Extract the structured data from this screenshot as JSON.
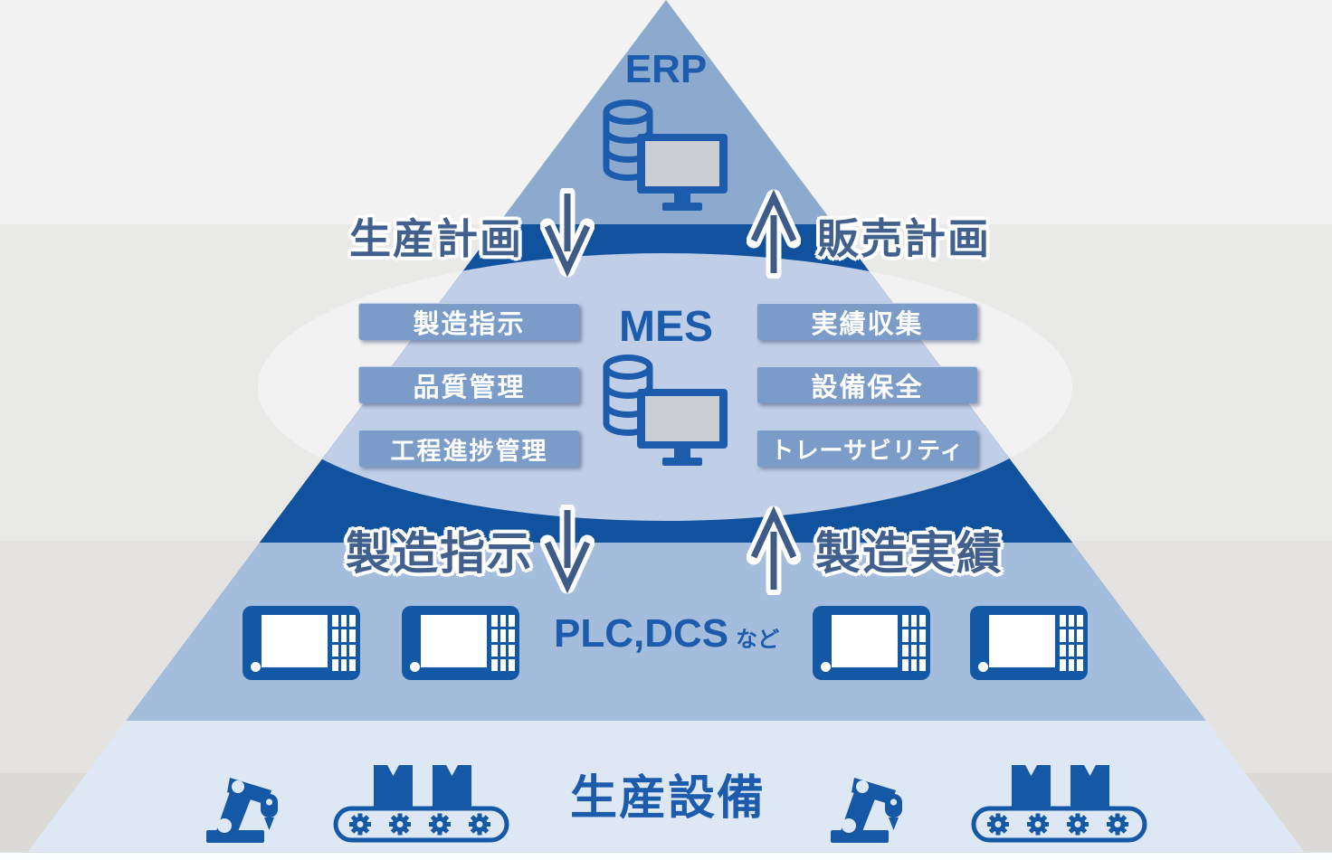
{
  "diagram_title": "Manufacturing system hierarchy pyramid (ERP / MES / PLC / equipment)",
  "pyramid": {
    "erp": {
      "label": "ERP"
    },
    "mes": {
      "label": "MES",
      "left_boxes": [
        "製造指示",
        "品質管理",
        "工程進捗管理"
      ],
      "right_boxes": [
        "実績収集",
        "設備保全",
        "トレーサビリティ"
      ]
    },
    "plc": {
      "label": "PLC,DCS",
      "suffix": "など"
    },
    "equipment": {
      "label": "生産設備"
    }
  },
  "flows": {
    "erp_to_mes": "生産計画",
    "mes_to_erp": "販売計画",
    "mes_to_plc": "製造指示",
    "plc_to_mes": "製造実績"
  },
  "icons": {
    "erp": [
      "database-icon",
      "monitor-icon"
    ],
    "mes": [
      "database-icon",
      "monitor-icon"
    ],
    "plc": [
      "hmi-panel-icon",
      "hmi-panel-icon",
      "hmi-panel-icon",
      "hmi-panel-icon"
    ],
    "equipment": [
      "robot-arm-icon",
      "conveyor-icon",
      "robot-arm-icon",
      "conveyor-icon"
    ]
  },
  "colors": {
    "navy": "#10529e",
    "icon_blue": "#1d5bad",
    "pyramid_top": "#8caace",
    "pyramid_plc": "#a5bddc",
    "pyramid_bottom": "#dde8f4",
    "mes_box": "#7b9cc9",
    "inner_ellipse": "#c0cfe7",
    "outer_ellipse": "#f2f2f3",
    "label_text": "#42608d",
    "background_grays": [
      "#f2f2f2",
      "#e9e9e8",
      "#e4e3e1",
      "#dbdad6"
    ]
  }
}
